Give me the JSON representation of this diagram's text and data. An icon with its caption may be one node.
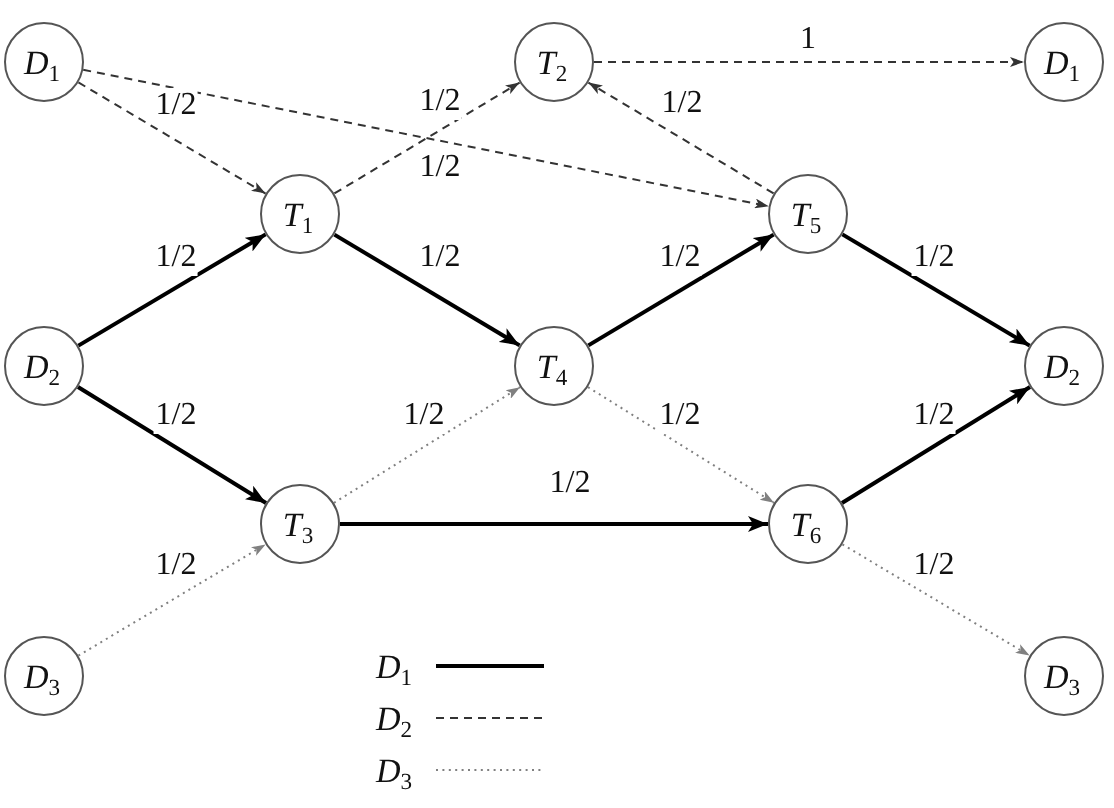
{
  "diagram": {
    "nodes": [
      {
        "text": [
          "*D*$_{1}$"
        ]
      },
      {
        "text": [
          "*T*$_{2}$"
        ]
      },
      {
        "text": [
          "*D*$_{1}$"
        ]
      },
      {
        "text": [
          "*T*$_{1}$"
        ]
      },
      {
        "text": [
          "*T*$_{5}$"
        ]
      },
      {
        "text": [
          "*D*$_{2}$"
        ]
      },
      {
        "text": [
          "*T*$_{4}$"
        ]
      },
      {
        "text": [
          "*D*$_{2}$"
        ]
      },
      {
        "text": [
          "*T*$_{3}$"
        ]
      },
      {
        "text": [
          "*T*$_{6}$"
        ]
      },
      {
        "text": [
          "*D*$_{3}$"
        ]
      },
      {
        "text": [
          "*D*$_{3}$"
        ]
      }
    ],
    "edges": [
      {
        "from": 0,
        "to": 3,
        "arrow": "to",
        "label": "1/2",
        "style": "dashed"
      },
      {
        "from": 0,
        "to": 4,
        "arrow": "to",
        "label": "1/2",
        "style": "dashed"
      },
      {
        "from": 3,
        "to": 1,
        "arrow": "to",
        "label": "1/2",
        "style": "dashed"
      },
      {
        "from": 1,
        "to": 2,
        "arrow": "to",
        "label": "1",
        "style": "dashed"
      },
      {
        "from": 4,
        "to": 1,
        "arrow": "to",
        "label": "1/2",
        "style": "dashed"
      },
      {
        "from": 5,
        "to": 3,
        "arrow": "to",
        "label": "1/2"
      },
      {
        "from": 3,
        "to": 6,
        "arrow": "to",
        "label": "1/2"
      },
      {
        "from": 6,
        "to": 4,
        "arrow": "to",
        "label": "1/2"
      },
      {
        "from": 4,
        "to": 7,
        "arrow": "to",
        "label": "1/2"
      },
      {
        "from": 5,
        "to": 8,
        "arrow": "to",
        "label": "1/2"
      },
      {
        "from": 8,
        "to": 9,
        "arrow": "to",
        "label": "1/2"
      },
      {
        "from": 9,
        "to": 7,
        "arrow": "to",
        "label": "1/2"
      },
      {
        "from": 10,
        "to": 8,
        "arrow": "to",
        "label": "1/2",
        "style": "dashed",
        "color": "#808080"
      },
      {
        "from": 8,
        "to": 6,
        "arrow": "to",
        "label": "1/2",
        "style": "dashed",
        "color": "#808080"
      },
      {
        "from": 6,
        "to": 9,
        "arrow": "to",
        "label": "1/2",
        "style": "dashed",
        "color": "#808080"
      },
      {
        "from": 9,
        "to": 11,
        "arrow": "to",
        "label": "1/2",
        "style": "dashed",
        "color": "#808080"
      }
    ],
    "legend": [
      {
        "text": "*D*$_{1}$"
      },
      {
        "text": "*D*$_{2}$"
      },
      {
        "text": "*D*$_{3}$"
      }
    ]
  }
}
